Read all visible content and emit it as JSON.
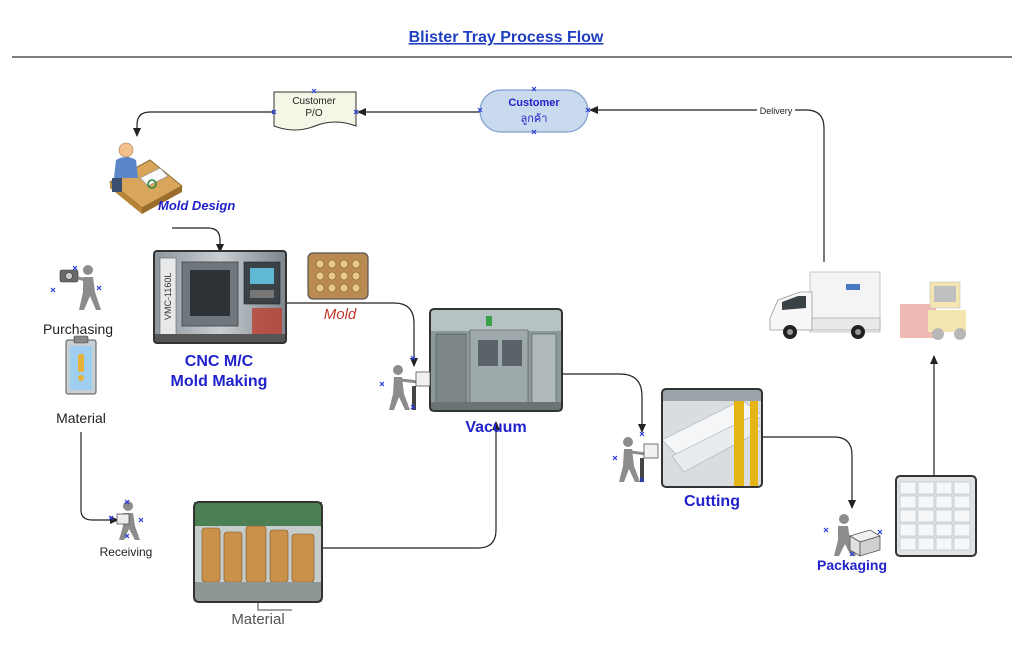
{
  "title": "Blister Tray Process Flow",
  "labels": {
    "customer_po_line1": "Customer",
    "customer_po_line2": "P/O",
    "customer_line1": "Customer",
    "customer_line2": "ลูกค้า",
    "delivery": "Delivery",
    "mold_design": "Mold Design",
    "mold": "Mold",
    "cnc_line1": "CNC M/C",
    "cnc_line2": "Mold Making",
    "vmc_text": "VMC-1160L",
    "vacuum": "Vacuum",
    "cutting": "Cutting",
    "packaging": "Packaging",
    "purchasing": "Purchasing",
    "material_top": "Material",
    "receiving": "Receiving",
    "material_bottom": "Material"
  },
  "colors": {
    "title": "#1f3fbf",
    "label_blue": "#2222cc",
    "mold_label": "#c0392b",
    "customer_pill_fill": "#c9d9ee",
    "customer_pill_stroke": "#7f9fcc",
    "connector": "#222222"
  },
  "icons": [
    "designer-at-desk-icon",
    "worker-operating-machine-icon",
    "worker-carrying-box-icon",
    "worker-with-camera-icon",
    "clipboard-icon",
    "pickup-truck-icon",
    "forklift-icon"
  ]
}
